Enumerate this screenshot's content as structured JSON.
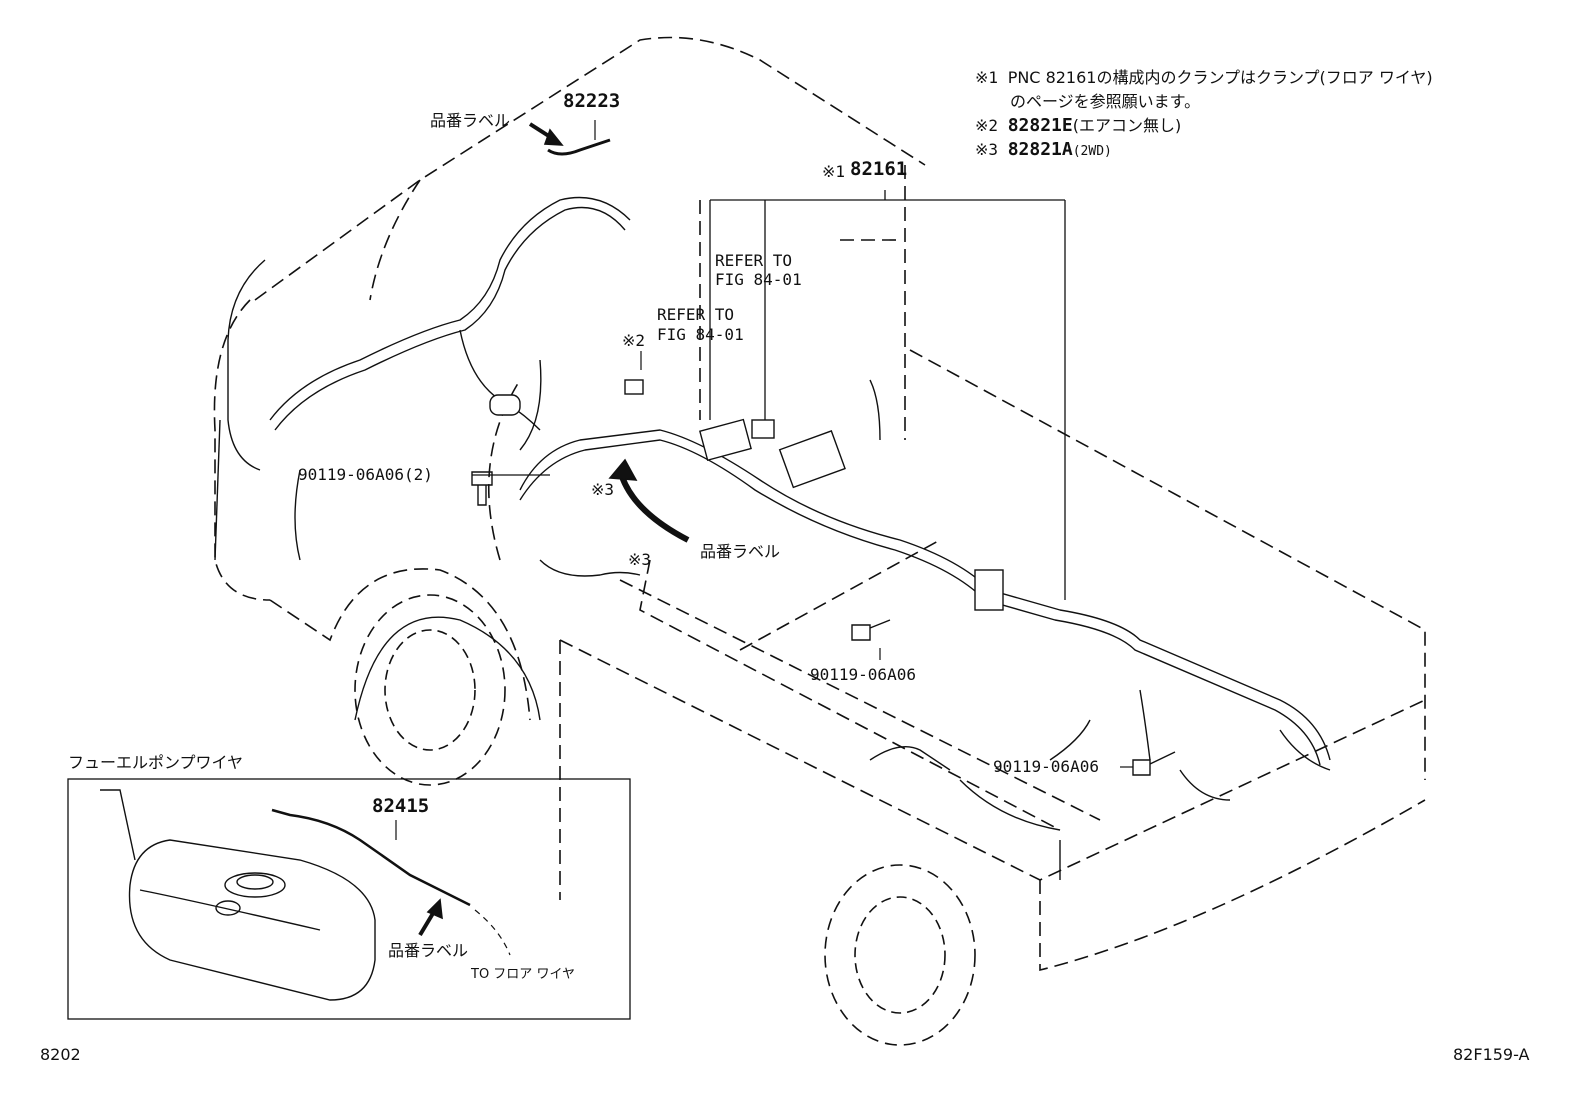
{
  "notes": {
    "n1_mark": "※1",
    "n1_text": "PNC 82161の構成内のクランプはクランプ(フロア ワイヤ)",
    "n1_text2": "のページを参照願います。",
    "n2_mark": "※2",
    "n2_pn": "82821E",
    "n2_text": "(エアコン無し)",
    "n3_mark": "※3",
    "n3_pn": "82821A",
    "n3_text": "(2WD)"
  },
  "callouts": {
    "p82223": "82223",
    "label_top": "品番ラベル",
    "p82161_mark": "※1",
    "p82161": "82161",
    "refer1_line1": "REFER TO",
    "refer1_line2": "FIG 84-01",
    "refer2_line1": "REFER TO",
    "refer2_line2": "FIG 84-01",
    "mark2": "※2",
    "bolt_left": "90119-06A06(2)",
    "mark3_a": "※3",
    "mark3_b": "※3",
    "label_mid": "品番ラベル",
    "bolt_center": "90119-06A06",
    "bolt_right": "90119-06A06"
  },
  "inset": {
    "title": "フューエルポンプワイヤ",
    "p82415": "82415",
    "label": "品番ラベル",
    "to_floor": "TO フロア ワイヤ"
  },
  "footer": {
    "left": "8202",
    "right": "82F159-A"
  }
}
